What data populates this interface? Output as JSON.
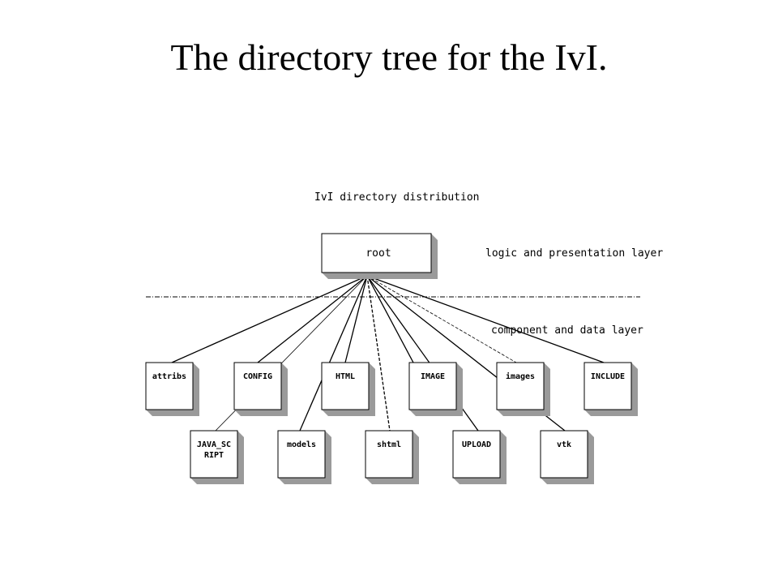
{
  "title": "The directory tree for the IvI.",
  "diagram": {
    "heading": "IvI directory distribution",
    "layers": {
      "upper": "logic and presentation layer",
      "lower": "component and data layer"
    },
    "root": "root",
    "top_row": [
      "attribs",
      "CONFIG",
      "HTML",
      "IMAGE",
      "images",
      "INCLUDE"
    ],
    "bottom_row": [
      [
        "JAVA_SC",
        "RIPT"
      ],
      [
        "models"
      ],
      [
        "shtml"
      ],
      [
        "UPLOAD"
      ],
      [
        "vtk"
      ]
    ],
    "colors": {
      "line": "#000000",
      "box_fill": "#ffffff",
      "box_shade": "#9a9a9a"
    }
  }
}
